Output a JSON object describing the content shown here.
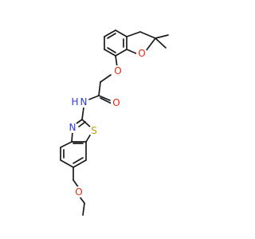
{
  "diagram": {
    "kind": "chemical-structure",
    "colors": {
      "carbon_bond": "#1a1a1a",
      "O": "#e8280d",
      "N": "#2c3ad6",
      "S": "#b8a200",
      "H": "#2c3ad6"
    },
    "atoms": [
      {
        "id": "O_ring",
        "symbol": "O",
        "color_key": "O"
      },
      {
        "id": "O_ether",
        "symbol": "O",
        "color_key": "O"
      },
      {
        "id": "O_carbonyl",
        "symbol": "O",
        "color_key": "O"
      },
      {
        "id": "N_amide",
        "symbol": "N",
        "color_key": "N"
      },
      {
        "id": "H_amide",
        "symbol": "H",
        "color_key": "H"
      },
      {
        "id": "N_thiazole",
        "symbol": "N",
        "color_key": "N"
      },
      {
        "id": "S_thiazole",
        "symbol": "S",
        "color_key": "S"
      },
      {
        "id": "O_ethoxy",
        "symbol": "O",
        "color_key": "O"
      }
    ]
  }
}
